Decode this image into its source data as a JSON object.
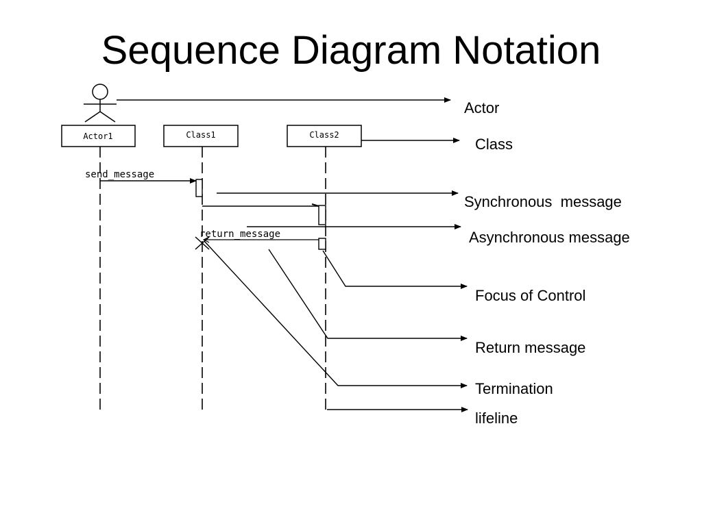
{
  "slide": {
    "title": "Sequence Diagram Notation"
  },
  "diagram": {
    "participants": [
      {
        "name": "Actor1"
      },
      {
        "name": "Class1"
      },
      {
        "name": "Class2"
      }
    ],
    "messages": {
      "send": "send_message",
      "return": "return_message"
    }
  },
  "labels": {
    "actor": "Actor",
    "class": "Class",
    "synchronous": "Synchronous  message",
    "asynchronous": "Asynchronous message",
    "focus": "Focus of Control",
    "return": "Return message",
    "termination": "Termination",
    "lifeline": "lifeline"
  }
}
